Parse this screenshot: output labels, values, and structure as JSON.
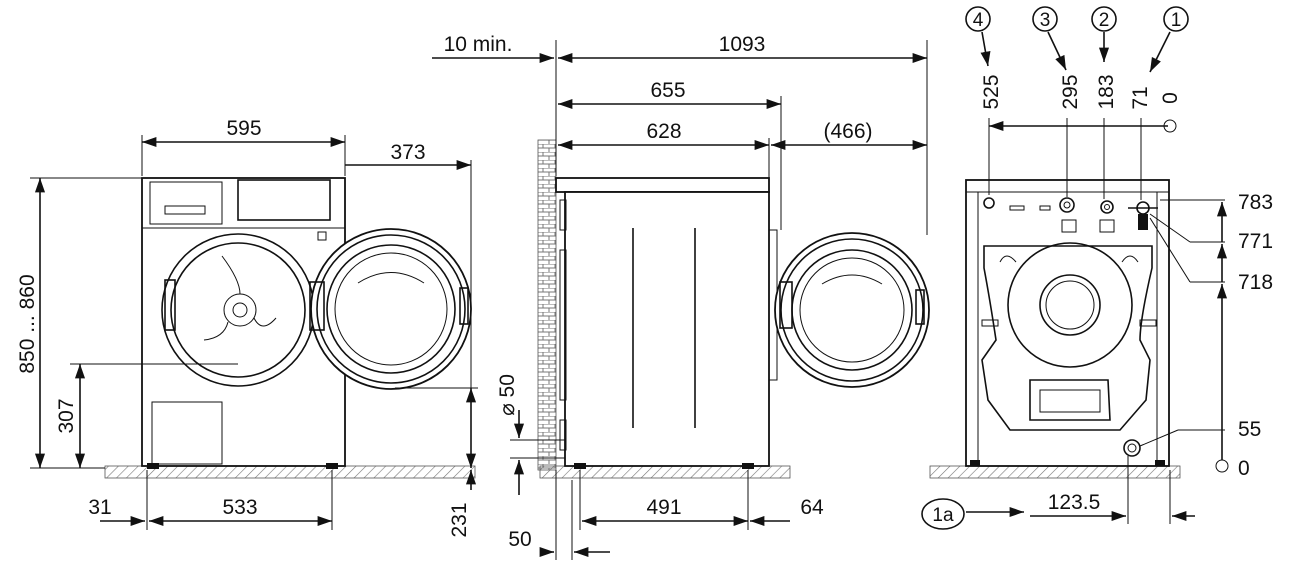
{
  "front_view": {
    "width": "595",
    "door_swing": "373",
    "height_range": "850 ... 860",
    "door_center_height": "307",
    "foot_offset": "31",
    "foot_spacing": "533"
  },
  "side_view": {
    "wall_clearance": "10 min.",
    "depth_door_open": "1093",
    "depth_total": "655",
    "depth_body": "628",
    "door_projection": "(466)",
    "door_diameter": "⌀ 50",
    "floor_to_foot": "231",
    "foot_depth_spacing": "491",
    "rear_foot_offset": "64",
    "front_foot_offset": "50"
  },
  "rear_view": {
    "callouts": [
      "1",
      "2",
      "3",
      "4"
    ],
    "connection_offsets": [
      "525",
      "295",
      "183",
      "71",
      "0"
    ],
    "heights": [
      "783",
      "771",
      "718",
      "55",
      "0"
    ],
    "drain_callout": "1a",
    "drain_offset": "123.5"
  }
}
